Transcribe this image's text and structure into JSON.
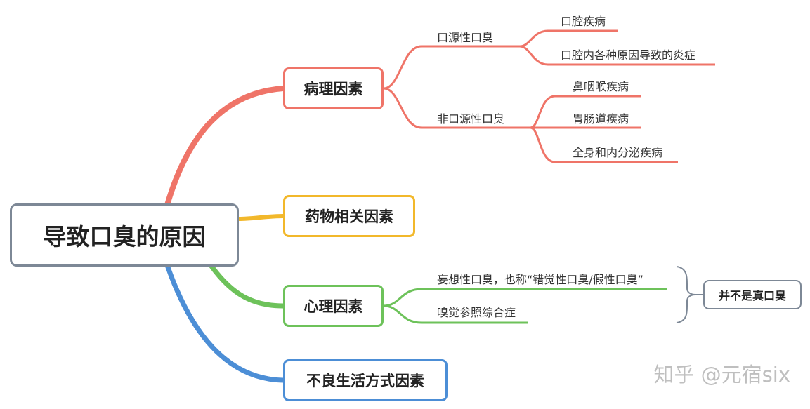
{
  "root": "导致口臭的原因",
  "branches": {
    "pathology": {
      "label": "病理因素",
      "oral": {
        "label": "口源性口臭",
        "items": [
          "口腔疾病",
          "口腔内各种原因导致的炎症"
        ]
      },
      "nonoral": {
        "label": "非口源性口臭",
        "items": [
          "鼻咽喉疾病",
          "胃肠道疾病",
          "全身和内分泌疾病"
        ]
      }
    },
    "drug": {
      "label": "药物相关因素"
    },
    "psych": {
      "label": "心理因素",
      "items": [
        "妄想性口臭，也称“错觉性口臭/假性口臭”",
        "嗅觉参照综合症"
      ],
      "note": "并不是真口臭"
    },
    "lifestyle": {
      "label": "不良生活方式因素"
    }
  },
  "watermark": "知乎 @元宿six",
  "colors": {
    "pathology": "#ef7468",
    "drug": "#f2b82b",
    "psych": "#6dc25a",
    "lifestyle": "#4c8ed6",
    "neutral": "#7d8896"
  }
}
